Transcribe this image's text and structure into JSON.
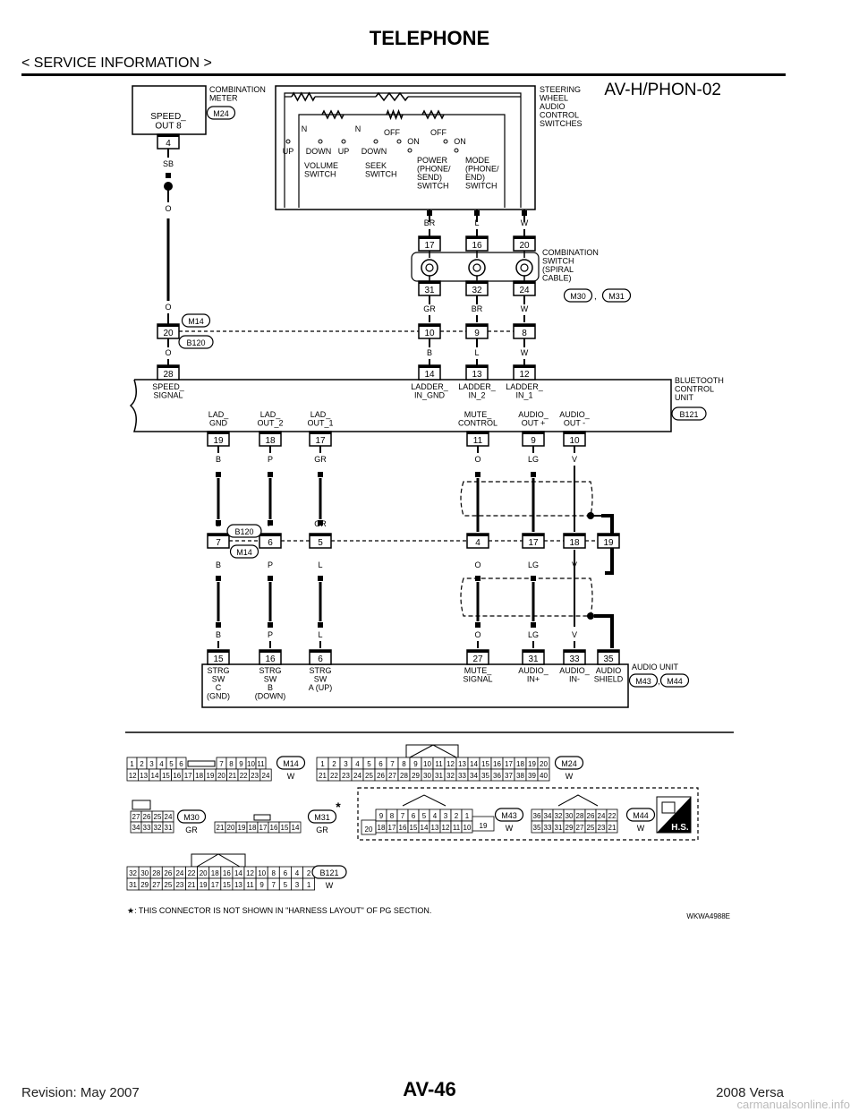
{
  "header": {
    "title": "TELEPHONE",
    "section": "< SERVICE INFORMATION >"
  },
  "diagram": {
    "code": "AV-H/PHON-02",
    "combination_meter": {
      "label": "COMBINATION\nMETER",
      "connector": "M24",
      "signal": "SPEED_\nOUT 8",
      "pin": "4",
      "wire_top": "SB",
      "wire_bottom": "O"
    },
    "steering_switches": {
      "label": "STEERING\nWHEEL\nAUDIO\nCONTROL\nSWITCHES",
      "volume": "VOLUME\nSWITCH",
      "seek": "SEEK\nSWITCH",
      "power": "POWER\n(PHONE/\nSEND)\nSWITCH",
      "mode": "MODE\n(PHONE/\nEND)\nSWITCH",
      "up": "UP",
      "down": "DOWN",
      "n": "N",
      "off": "OFF",
      "on": "ON"
    },
    "spiral_cable": {
      "label": "COMBINATION\nSWITCH\n(SPIRAL\nCABLE)",
      "connectors": [
        "M30",
        "M31"
      ],
      "comma": ",",
      "top_pins": [
        "17",
        "16",
        "20"
      ],
      "bottom_pins": [
        "31",
        "32",
        "24"
      ],
      "top_wires": [
        "BR",
        "L",
        "W"
      ],
      "bottom_wires": [
        "GR",
        "BR",
        "W"
      ]
    },
    "joint_upper": {
      "connectors": [
        "M14",
        "B120"
      ],
      "left_pin": "20",
      "pins": [
        "10",
        "9",
        "8"
      ],
      "wires_above_left": "O",
      "wires_below_left": "O",
      "wires_below": [
        "B",
        "L",
        "W"
      ]
    },
    "bluetooth_unit": {
      "label": "BLUETOOTH\nCONTROL\nUNIT",
      "connector": "B121",
      "top_pins": [
        "28",
        "14",
        "13",
        "12"
      ],
      "top_signals": [
        "SPEED_\nSIGNAL",
        "LADDER_\nIN_GND",
        "LADDER_\nIN_2",
        "LADDER_\nIN_1"
      ],
      "bottom_signals": [
        "LAD_\nGND",
        "LAD_\nOUT_2",
        "LAD_\nOUT_1",
        "MUTE_\nCONTROL",
        "AUDIO_\nOUT +",
        "AUDIO_\nOUT -"
      ],
      "bottom_pins": [
        "19",
        "18",
        "17",
        "11",
        "9",
        "10"
      ],
      "bottom_wires": [
        "B",
        "P",
        "GR",
        "O",
        "LG",
        "V"
      ]
    },
    "joint_lower": {
      "connectors": [
        "B120",
        "M14"
      ],
      "pins": [
        "7",
        "6",
        "5",
        "4",
        "17",
        "18",
        "19"
      ],
      "wires_above": [
        "B",
        "P",
        "GR"
      ],
      "wires_below": [
        "B",
        "P",
        "L",
        "O",
        "LG",
        "V"
      ],
      "wires_at_unit": [
        "B",
        "P",
        "L",
        "O",
        "LG",
        "V"
      ]
    },
    "audio_unit": {
      "label": "AUDIO UNIT",
      "connectors": [
        "M43",
        "M44"
      ],
      "comma": ",",
      "pins": [
        "15",
        "16",
        "6",
        "27",
        "31",
        "33",
        "35"
      ],
      "signals": [
        "STRG\nSW\nC\n(GND)",
        "STRG\nSW\nB\n(DOWN)",
        "STRG\nSW\nA (UP)",
        "MUTE_\nSIGNAL",
        "AUDIO_\nIN+",
        "AUDIO_\nIN-",
        "AUDIO\nSHIELD"
      ]
    }
  },
  "connectors": {
    "m14": {
      "id": "M14",
      "color": "W",
      "row1": [
        "1",
        "2",
        "3",
        "4",
        "5",
        "6",
        "",
        "7",
        "8",
        "9",
        "10",
        "11"
      ],
      "row2": [
        "12",
        "13",
        "14",
        "15",
        "16",
        "17",
        "18",
        "19",
        "20",
        "21",
        "22",
        "23",
        "24"
      ]
    },
    "m24": {
      "id": "M24",
      "color": "W",
      "row1": [
        "1",
        "2",
        "3",
        "4",
        "5",
        "6",
        "7",
        "8",
        "9",
        "10",
        "11",
        "12",
        "13",
        "14",
        "15",
        "16",
        "17",
        "18",
        "19",
        "20"
      ],
      "row2": [
        "21",
        "22",
        "23",
        "24",
        "25",
        "26",
        "27",
        "28",
        "29",
        "30",
        "31",
        "32",
        "33",
        "34",
        "35",
        "36",
        "37",
        "38",
        "39",
        "40"
      ]
    },
    "m30": {
      "id": "M30",
      "color": "GR",
      "row1": [
        "27",
        "26",
        "25",
        "24"
      ],
      "row2": [
        "34",
        "33",
        "32",
        "31"
      ]
    },
    "m31": {
      "id": "M31",
      "color": "GR",
      "star": "*",
      "row1": [
        "21",
        "20",
        "19",
        "18",
        "17",
        "16",
        "15",
        "14"
      ]
    },
    "m43": {
      "id": "M43",
      "color": "W",
      "left": "20",
      "right": "19",
      "row1": [
        "9",
        "8",
        "7",
        "6",
        "5",
        "4",
        "3",
        "2",
        "1"
      ],
      "row2": [
        "18",
        "17",
        "16",
        "15",
        "14",
        "13",
        "12",
        "11",
        "10"
      ]
    },
    "m44": {
      "id": "M44",
      "color": "W",
      "row1": [
        "36",
        "34",
        "32",
        "30",
        "28",
        "26",
        "24",
        "22"
      ],
      "row2": [
        "35",
        "33",
        "31",
        "29",
        "27",
        "25",
        "23",
        "21"
      ]
    },
    "b121": {
      "id": "B121",
      "color": "W",
      "row1": [
        "32",
        "30",
        "28",
        "26",
        "24",
        "22",
        "20",
        "18",
        "16",
        "14",
        "12",
        "10",
        "8",
        "6",
        "4",
        "2"
      ],
      "row2": [
        "31",
        "29",
        "27",
        "25",
        "23",
        "21",
        "19",
        "17",
        "15",
        "13",
        "11",
        "9",
        "7",
        "5",
        "3",
        "1"
      ]
    },
    "hs": "H.S."
  },
  "note": "★: THIS CONNECTOR IS NOT SHOWN IN \"HARNESS LAYOUT\" OF PG SECTION.",
  "figure_id": "WKWA4988E",
  "footer": {
    "page": "AV-46",
    "revision": "Revision: May 2007",
    "model": "2008 Versa",
    "watermark": "carmanualsonline.info"
  }
}
